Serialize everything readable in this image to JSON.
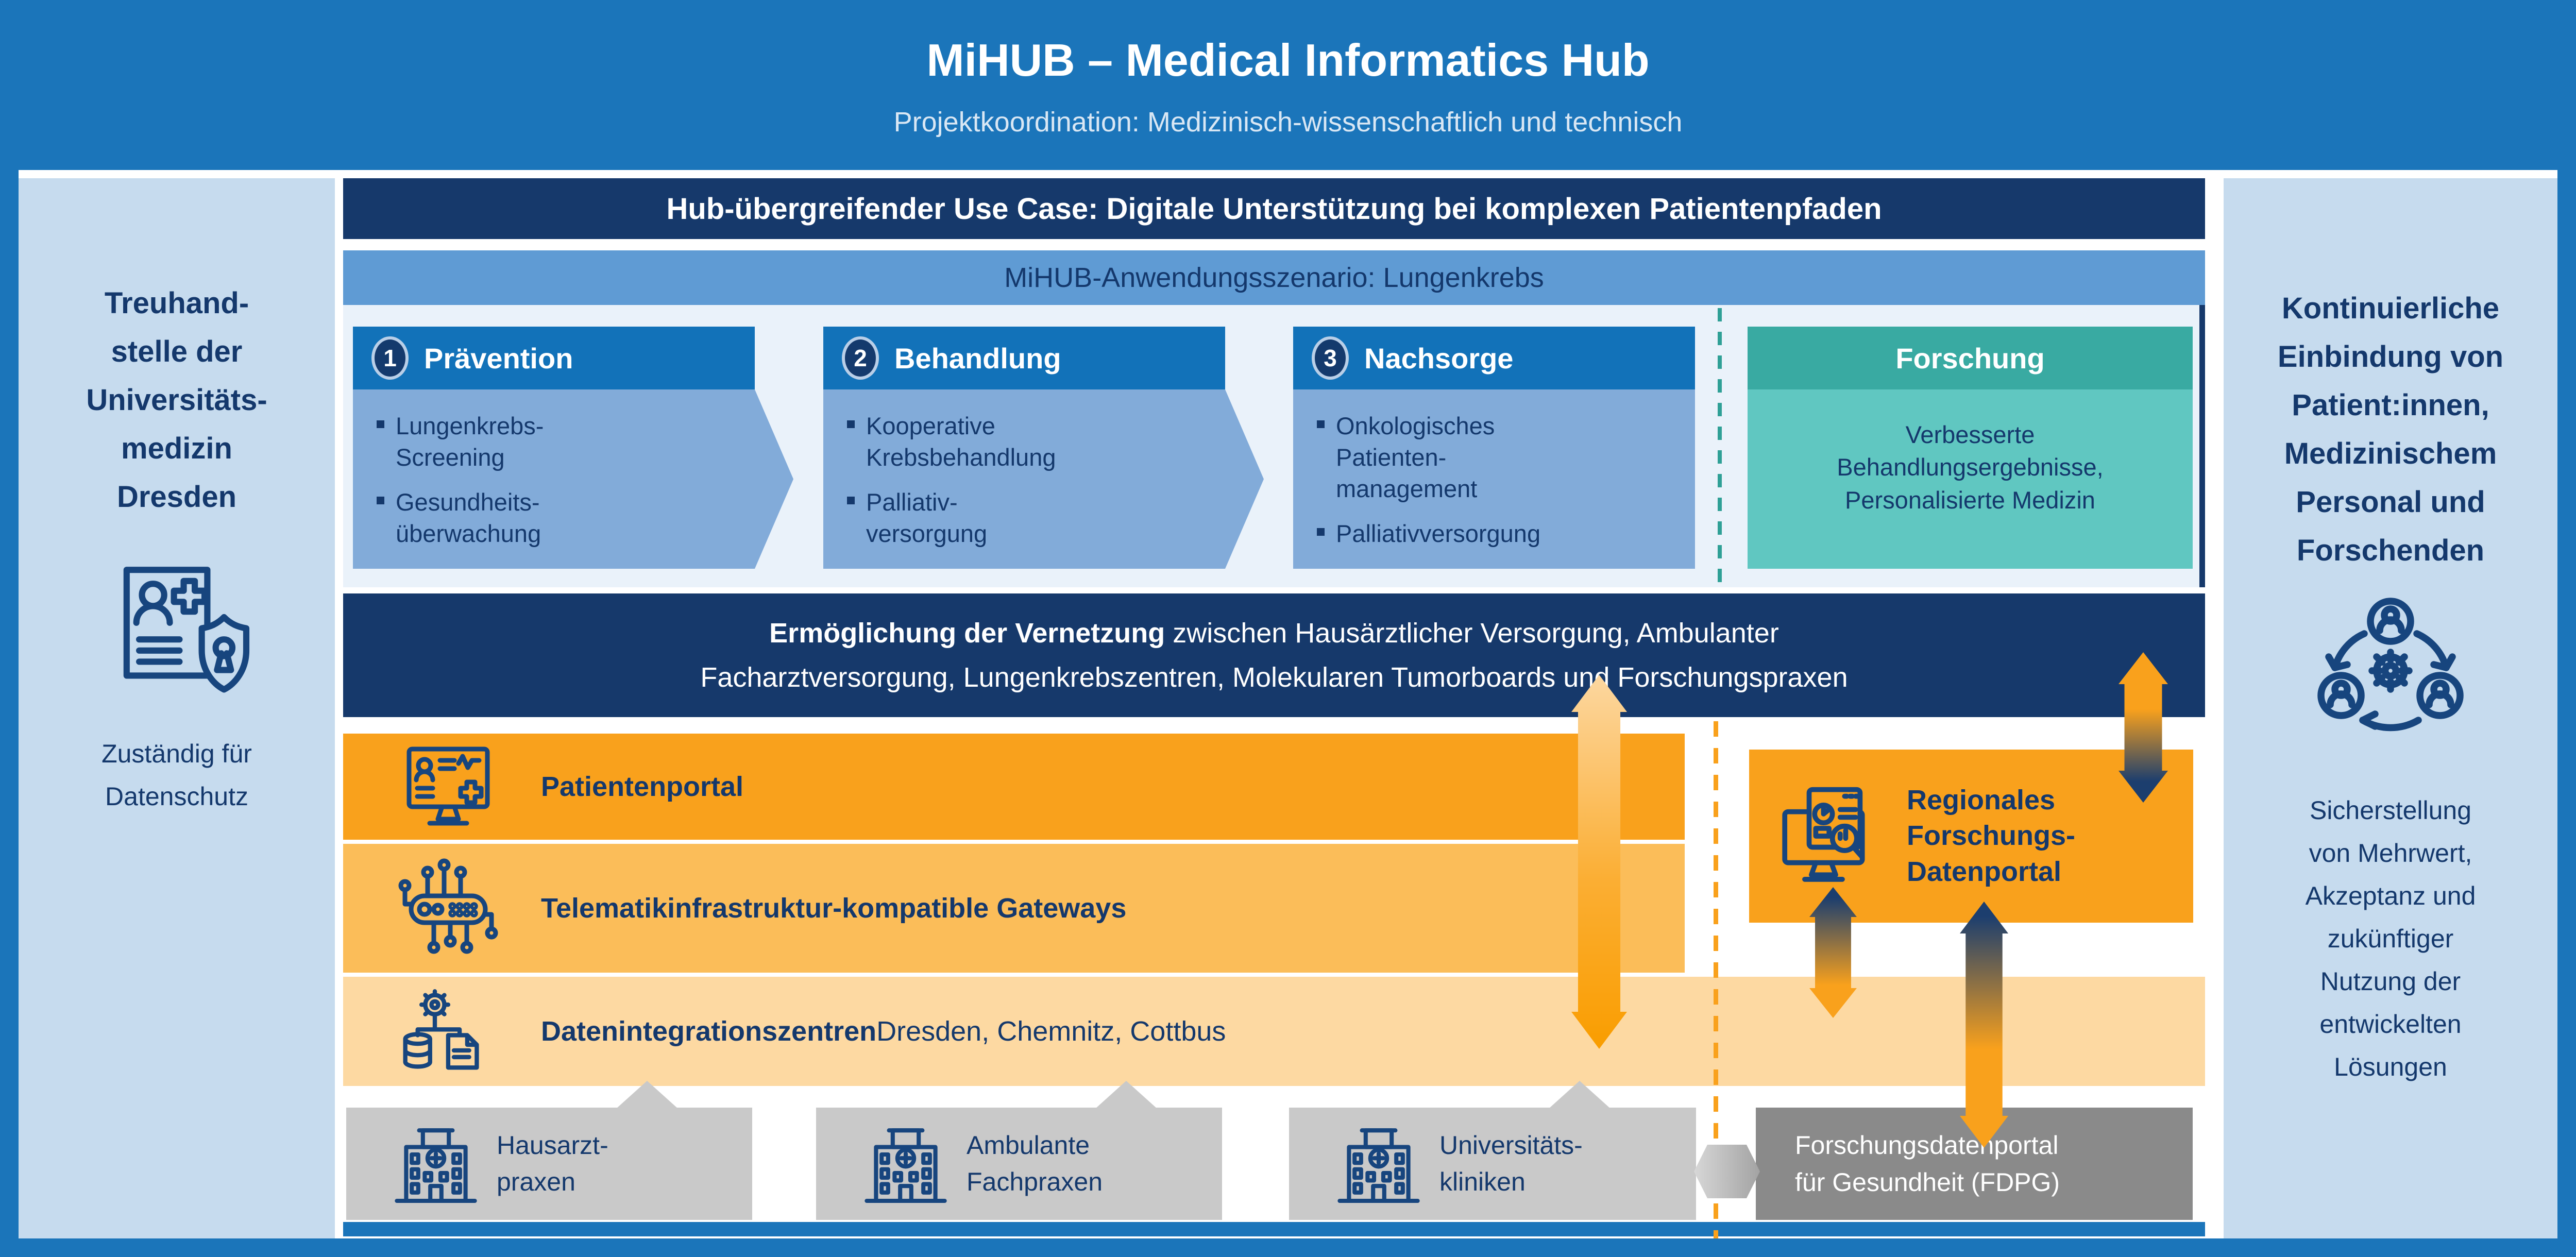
{
  "header": {
    "title": "MiHUB – Medical Informatics Hub",
    "subtitle": "Projektkoordination: Medizinisch-wissenschaftlich und technisch"
  },
  "left_sidebar": {
    "heading": "Treuhand-\nstelle der\nUniversitäts-\nmedizin\nDresden",
    "icon": "document-shield-icon",
    "caption": "Zuständig für\nDatenschutz"
  },
  "right_sidebar": {
    "heading": "Kontinuierliche\nEinbindung von\nPatient:innen,\nMedizinischem\nPersonal und\nForschenden",
    "icon": "people-gear-cycle-icon",
    "caption": "Sicherstellung\nvon Mehrwert,\nAkzeptanz und\nzukünftiger\nNutzung der\nentwickelten\nLösungen"
  },
  "use_case_banner": "Hub-übergreifender Use Case: Digitale Unterstützung bei komplexen Patientenpfaden",
  "scenario": {
    "banner": "MiHUB-Anwendungsszenario: Lungenkrebs",
    "steps": [
      {
        "number": "1",
        "title": "Prävention",
        "bullets": [
          "Lungenkrebs-\nScreening",
          "Gesundheits-\nüberwachung"
        ]
      },
      {
        "number": "2",
        "title": "Behandlung",
        "bullets": [
          "Kooperative\nKrebsbehandlung",
          "Palliativ-\nversorgung"
        ]
      },
      {
        "number": "3",
        "title": "Nachsorge",
        "bullets": [
          "Onkologisches\nPatienten-\nmanagement",
          "Palliativversorgung"
        ]
      }
    ],
    "research": {
      "title": "Forschung",
      "body": "Verbesserte\nBehandlungsergebnisse,\nPersonalisierte Medizin"
    }
  },
  "network_banner": {
    "bold": "Ermöglichung der Vernetzung",
    "line1_rest": " zwischen Hausärztlicher Versorgung, Ambulanter",
    "line2": "Facharztversorgung, Lungenkrebszentren, Molekularen Tumorboards und Forschungspraxen"
  },
  "layers": [
    {
      "label": "Patientenportal",
      "icon": "patient-portal-monitor-icon"
    },
    {
      "label": "Telematikinfrastruktur-kompatible Gateways",
      "icon": "gateway-circuit-icon"
    },
    {
      "label": "Datenintegrationszentren",
      "label_suffix": " Dresden, Chemnitz, Cottbus",
      "icon": "data-integration-icon"
    }
  ],
  "research_portal": {
    "label": "Regionales\nForschungs-\nDatenportal",
    "icon": "research-data-portal-icon"
  },
  "providers": [
    {
      "label": "Hausarzt-\npraxen",
      "icon": "clinic-building-icon"
    },
    {
      "label": "Ambulante\nFachpraxen",
      "icon": "clinic-building-icon"
    },
    {
      "label": "Universitäts-\nkliniken",
      "icon": "clinic-building-icon"
    }
  ],
  "fdpg": {
    "label": "Forschungsdatenportal\nfür Gesundheit (FDPG)"
  },
  "colors": {
    "brand_blue": "#1b75ba",
    "navy": "#16396b",
    "band_blue": "#5f9bd4",
    "box_blue": "#82abd9",
    "sidebar_blue": "#c6dbee",
    "teal": "#39aaa2",
    "teal_light": "#60c7c1",
    "orange": "#f9a11c",
    "orange_mid": "#fbbd59",
    "orange_light": "#fdd9a2",
    "gray_light": "#c9c9c9",
    "gray_dark": "#8a8a8a"
  }
}
